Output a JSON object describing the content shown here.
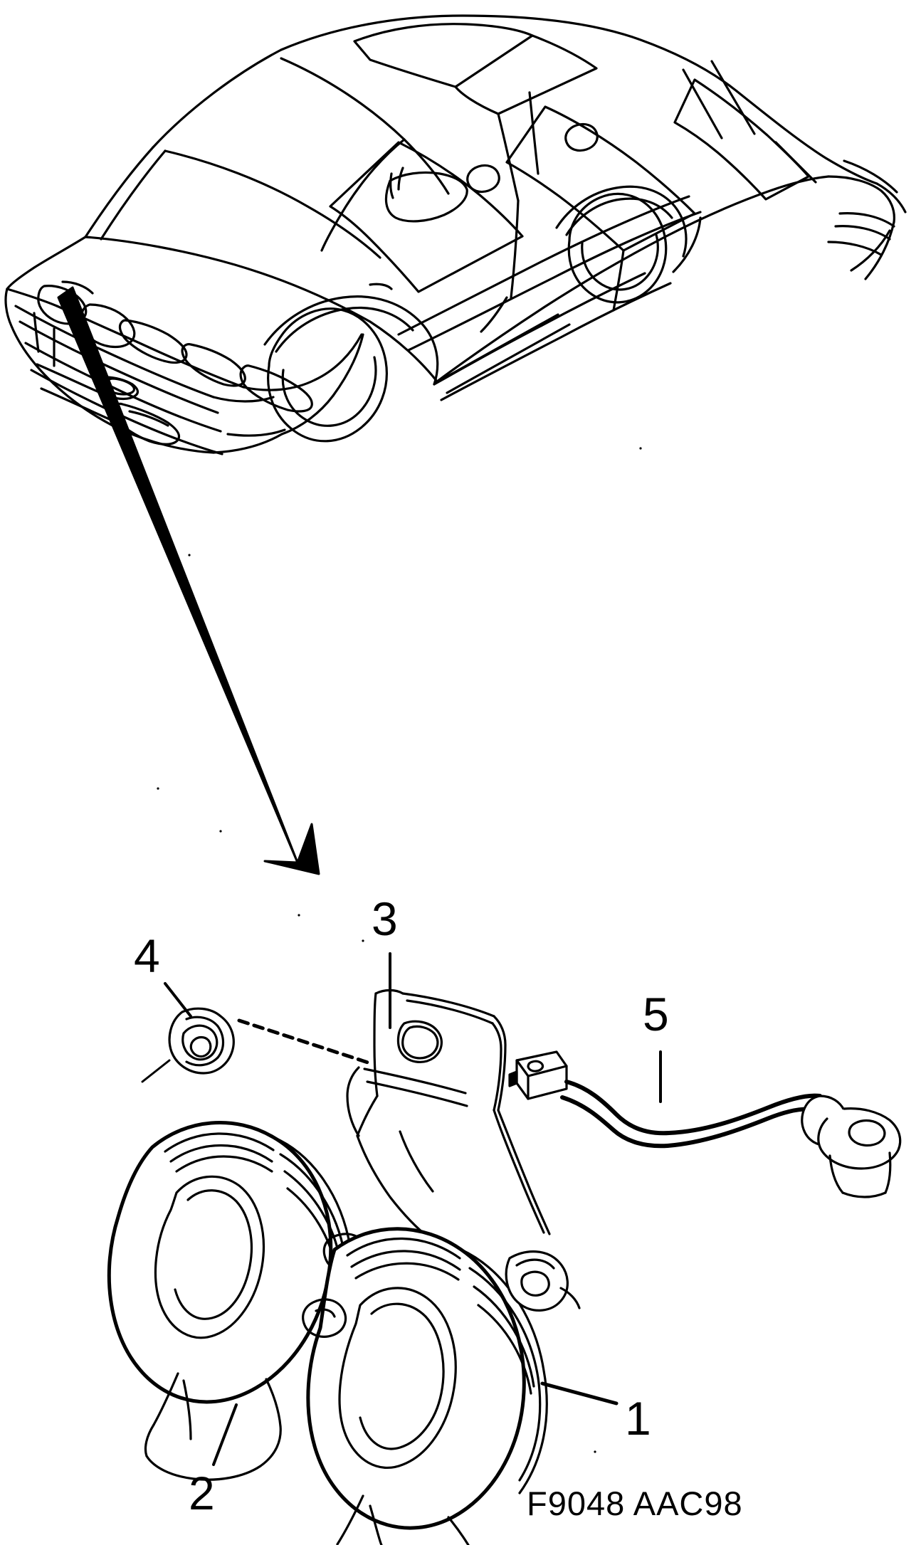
{
  "document": {
    "type": "automotive-parts-illustration",
    "caption": "F9048 AAC98",
    "subject": "horn assembly and mounting bracket",
    "vehicle": "hatchback sedan, front three-quarter view",
    "background_color": "#ffffff",
    "line_color": "#000000"
  },
  "callouts": [
    {
      "id": "1",
      "label": "1",
      "part": "horn-high-tone",
      "leader": "line-to-right-horn"
    },
    {
      "id": "2",
      "label": "2",
      "part": "horn-low-tone",
      "leader": "line-to-left-horn"
    },
    {
      "id": "3",
      "label": "3",
      "part": "mounting-bracket",
      "leader": "line-to-bracket"
    },
    {
      "id": "4",
      "label": "4",
      "part": "hex-nut",
      "leader": "dashed-line-to-bracket-hole"
    },
    {
      "id": "5",
      "label": "5",
      "part": "wiring-harness",
      "leader": "vertical-line-to-harness"
    }
  ],
  "pointer": {
    "name": "installation-location-arrow",
    "from": "front-grille-area-of-vehicle",
    "to": "horn-assembly-detail"
  },
  "chart_data": {
    "type": "table",
    "title": "F9048 AAC98",
    "categories": [
      "1",
      "2",
      "3",
      "4",
      "5"
    ],
    "values": [
      1,
      2,
      3,
      4,
      5
    ]
  }
}
